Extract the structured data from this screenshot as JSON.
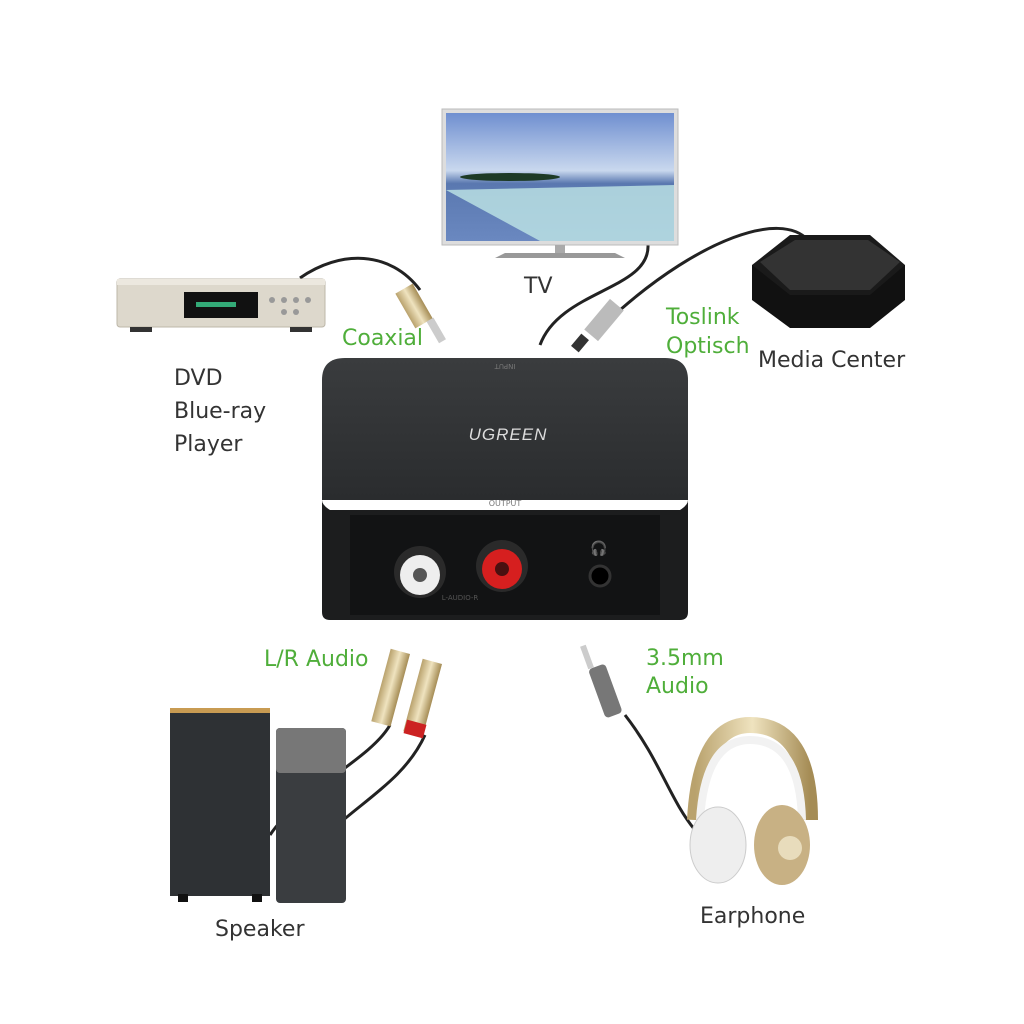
{
  "colors": {
    "label_green": "#4fae3a",
    "label_dark": "#333333",
    "device_body": "#2b2d2f"
  },
  "device": {
    "brand": "UGREEN",
    "input_label": "INPUT",
    "output_label": "OUTPUT",
    "audio_label": "L-AUDIO-R"
  },
  "sources": {
    "tv": "TV",
    "dvd": [
      "DVD",
      "Blue-ray",
      "Player"
    ],
    "media_center": "Media Center"
  },
  "connections": {
    "coaxial": "Coaxial",
    "toslink": [
      "Toslink",
      "Optisch"
    ],
    "lr_audio": "L/R Audio",
    "mm_audio": [
      "3.5mm",
      "Audio"
    ]
  },
  "outputs": {
    "speaker": "Speaker",
    "earphone": "Earphone"
  }
}
